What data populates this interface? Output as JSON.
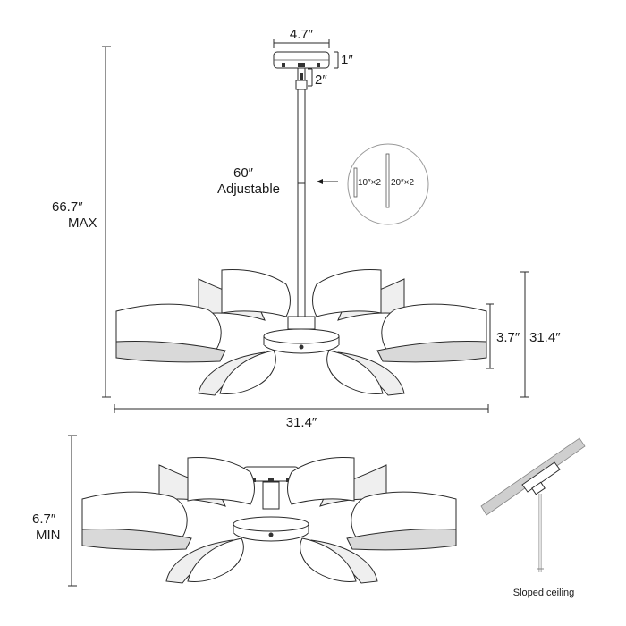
{
  "dimensions": {
    "canopy_width": "4.7″",
    "canopy_height": "1″",
    "connector_height": "2″",
    "rod_length": "60″",
    "rod_note": "Adjustable",
    "rod_a": "10″×2",
    "rod_b": "20″×2",
    "max_height": "66.7″",
    "max_label": "MAX",
    "shade_height": "3.7″",
    "body_height": "31.4″",
    "width": "31.4″",
    "min_height": "6.7″",
    "min_label": "MIN"
  },
  "caption": "Sloped ceiling"
}
